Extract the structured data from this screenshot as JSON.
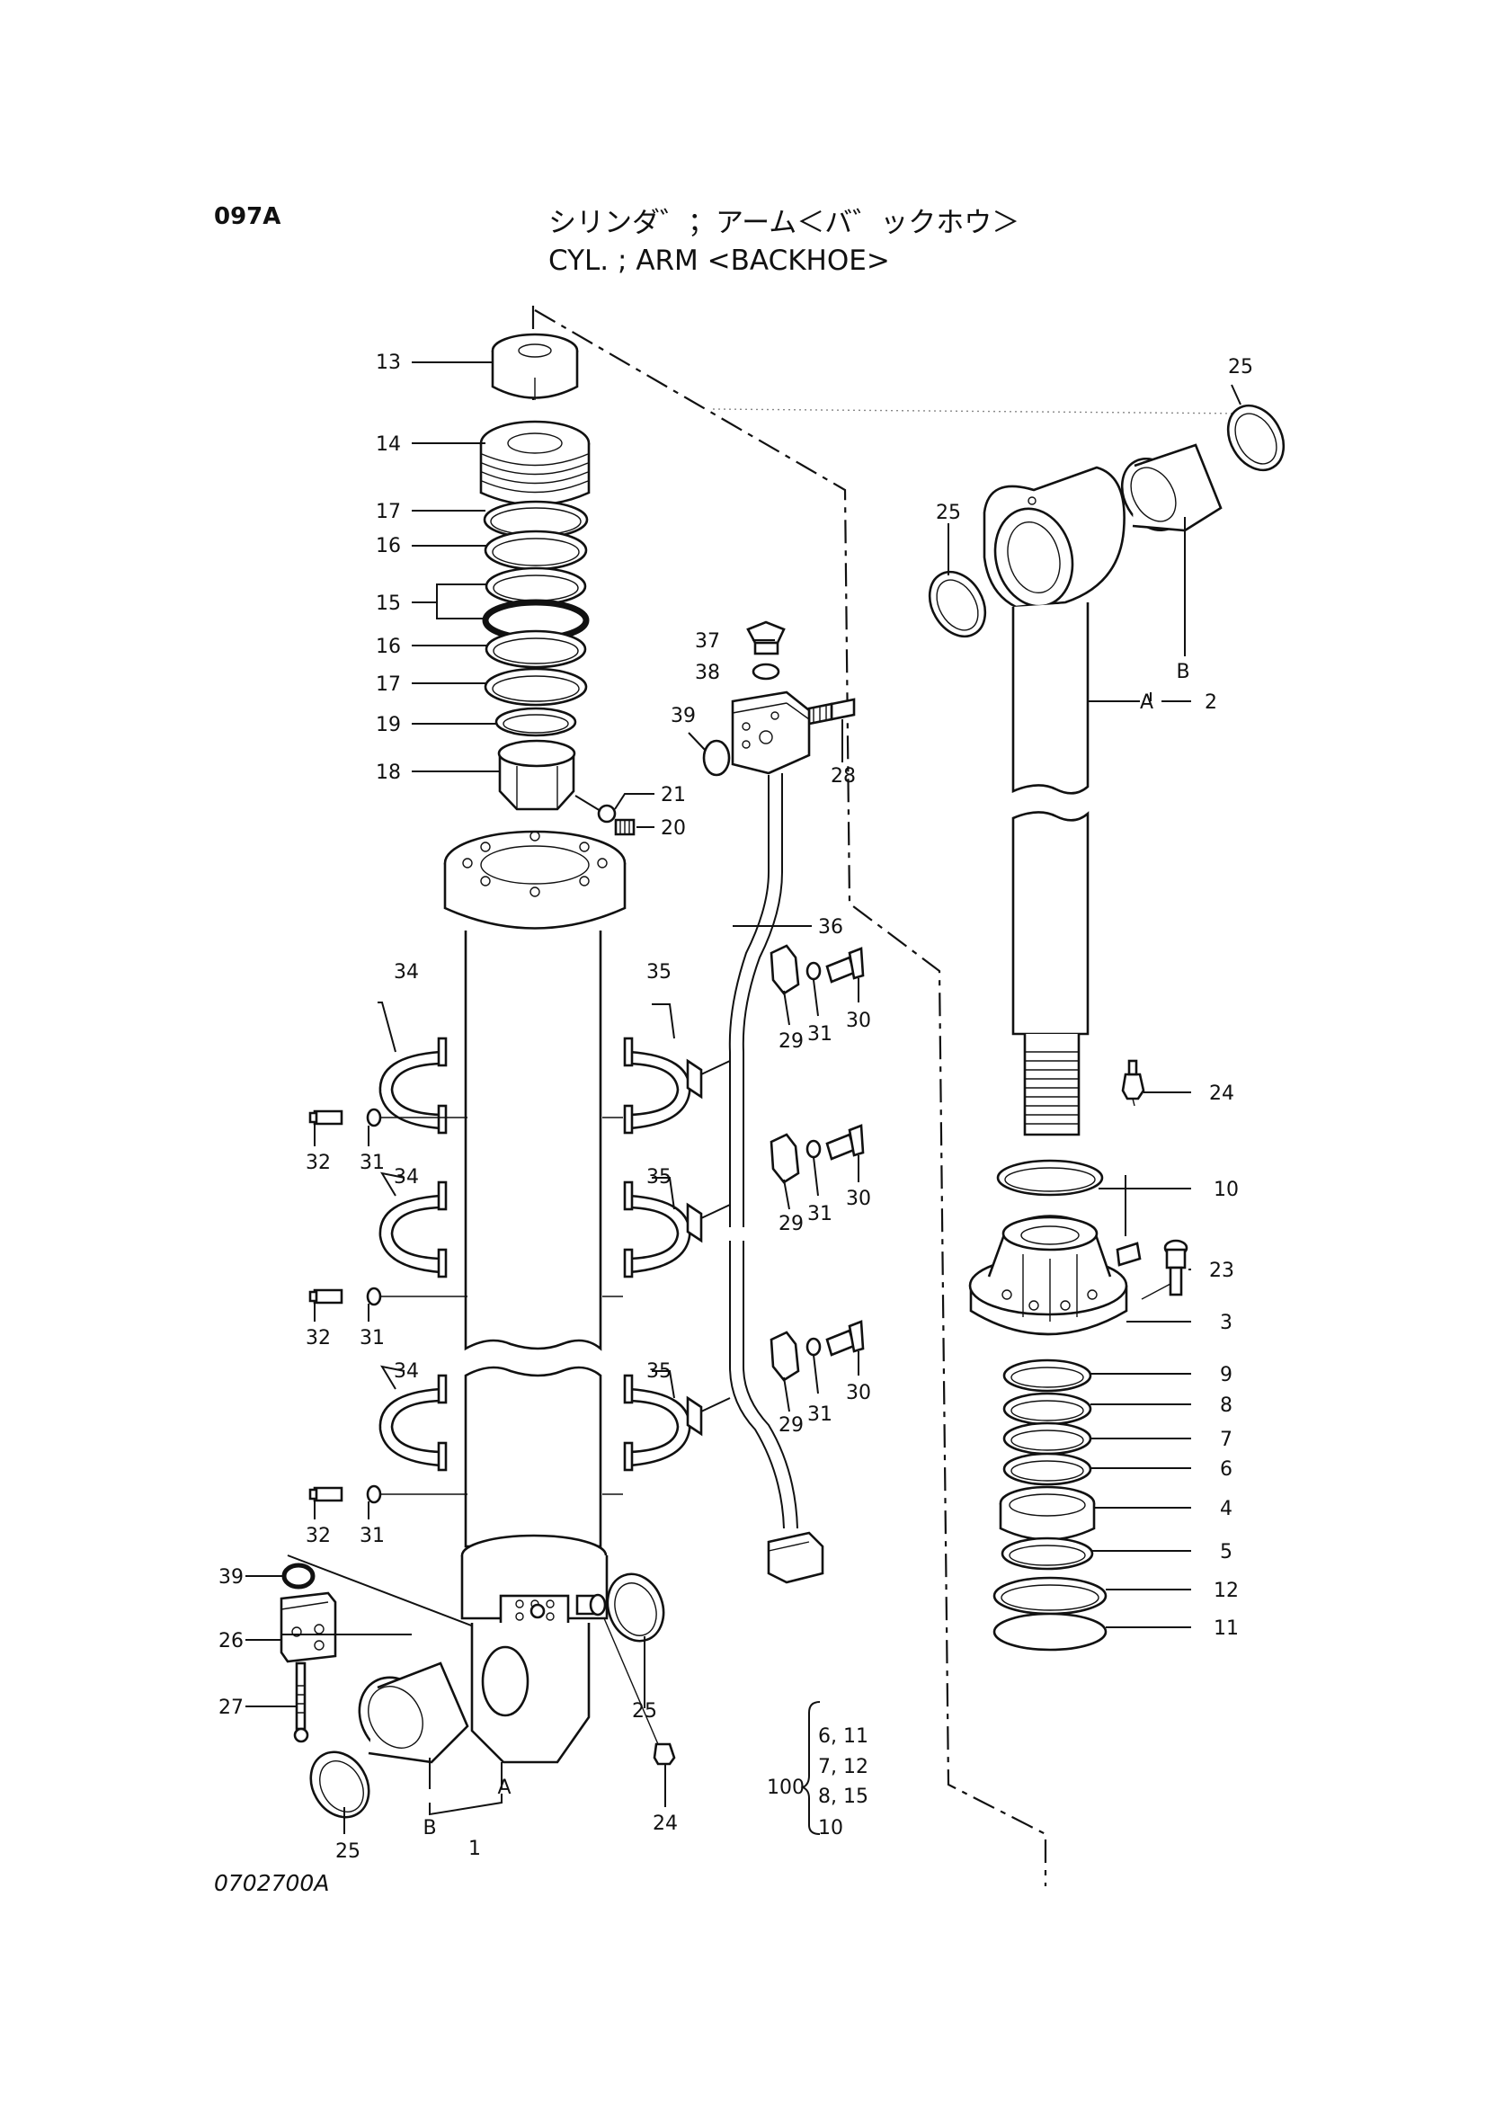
{
  "header": {
    "page_code": "097A",
    "title_jp": "シリンダ゛；アーム＜バ゛ックホウ＞",
    "title_en": "CYL. ; ARM <BACKHOE>"
  },
  "drawing_number": "0702700A",
  "callouts": [
    "1",
    "2",
    "3",
    "4",
    "5",
    "6",
    "7",
    "8",
    "9",
    "10",
    "11",
    "12",
    "13",
    "14",
    "15",
    "16",
    "16",
    "17",
    "17",
    "18",
    "19",
    "20",
    "21",
    "23",
    "24",
    "24",
    "25",
    "25",
    "25",
    "25",
    "26",
    "27",
    "28",
    "29",
    "29",
    "29",
    "30",
    "30",
    "30",
    "31",
    "31",
    "31",
    "31",
    "31",
    "31",
    "32",
    "32",
    "32",
    "34",
    "34",
    "34",
    "35",
    "35",
    "35",
    "36",
    "37",
    "38",
    "39",
    "39",
    "A",
    "A",
    "B",
    "B"
  ],
  "kit": {
    "number": "100",
    "pairs": [
      "6,  11",
      "7,  12",
      "8,  15",
      "10"
    ]
  }
}
